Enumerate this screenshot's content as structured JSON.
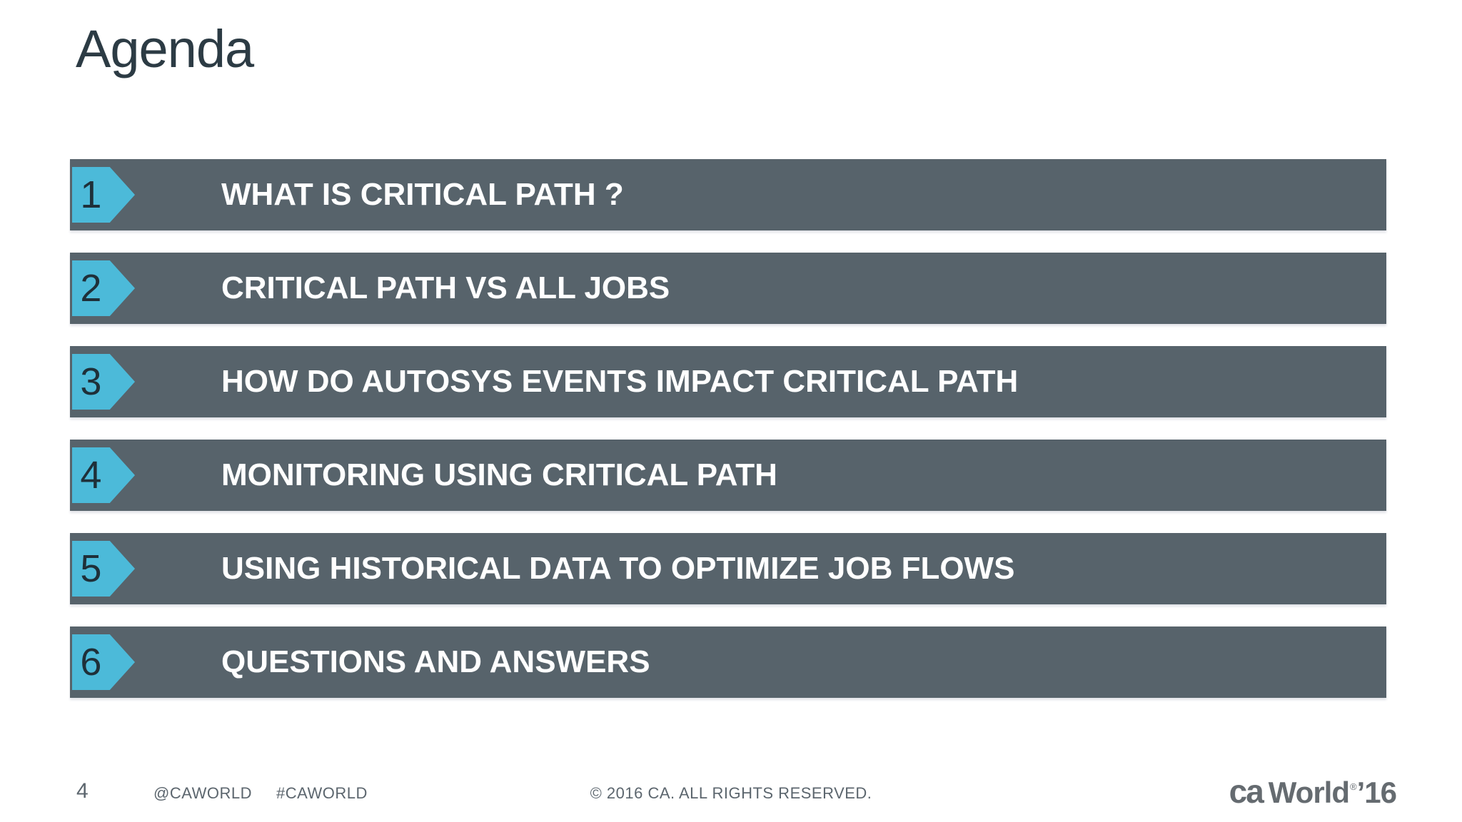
{
  "slide": {
    "title": "Agenda",
    "agenda_items": [
      {
        "number": "1",
        "label": "WHAT IS CRITICAL PATH ?"
      },
      {
        "number": "2",
        "label": "CRITICAL PATH VS ALL JOBS"
      },
      {
        "number": "3",
        "label": "HOW DO AUTOSYS EVENTS IMPACT CRITICAL PATH"
      },
      {
        "number": "4",
        "label": "MONITORING USING CRITICAL PATH"
      },
      {
        "number": "5",
        "label": "USING HISTORICAL DATA TO OPTIMIZE JOB FLOWS"
      },
      {
        "number": "6",
        "label": "QUESTIONS AND ANSWERS"
      }
    ],
    "footer": {
      "page_number": "4",
      "social_handle": "@CAWORLD",
      "social_hashtag": "#CAWORLD",
      "copyright": "© 2016 CA. ALL RIGHTS RESERVED.",
      "logo": {
        "brand": "ca",
        "product": "World",
        "registered_mark": "®",
        "year": "’16"
      }
    },
    "colors": {
      "background": "#FFFFFF",
      "bar": "#57636B",
      "arrow": "#4CBAD9",
      "number": "#1F3039",
      "bar_text": "#FFFFFF",
      "title_text": "#2C3B44",
      "footer_text": "#5C666E",
      "logo_text": "#656B70"
    }
  }
}
